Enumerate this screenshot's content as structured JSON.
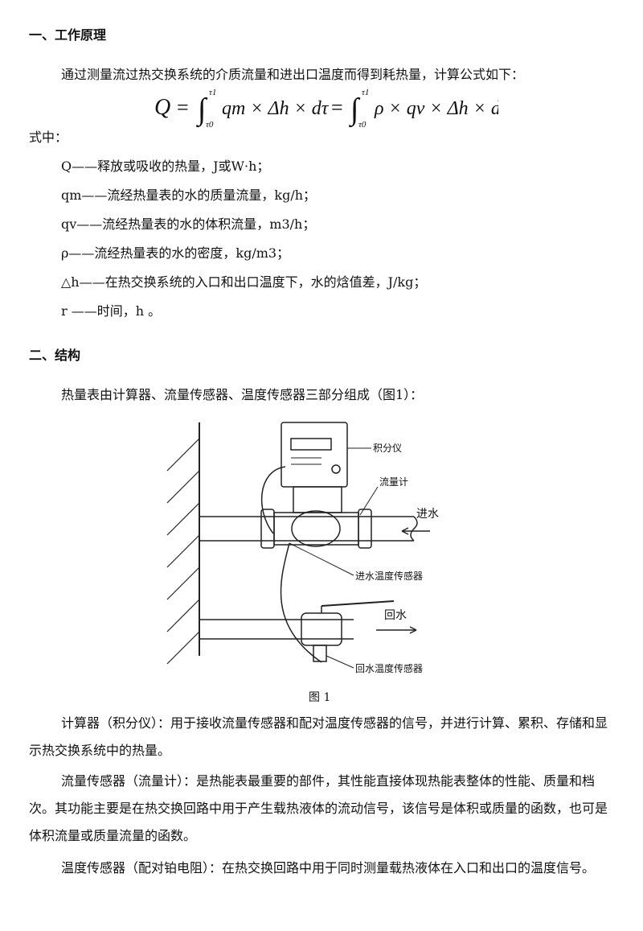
{
  "section1": {
    "heading": "一、工作原理",
    "intro": "通过测量流过热交换系统的介质流量和进出口温度而得到耗热量，计算公式如下：",
    "formula": {
      "lhs": "Q",
      "eq": "=",
      "upper": "τ1",
      "lower": "τ0",
      "term1": "qm × Δh × dτ",
      "term2": "ρ × qv × Δh × dτ"
    },
    "where": "式中：",
    "defs": [
      "Q——释放或吸收的热量，J或W·h；",
      "qm——流经热量表的水的质量流量，kg/h；",
      "qv——流经热量表的水的体积流量，m3/h；",
      "ρ——流经热量表的水的密度，kg/m3；",
      "△h——在热交换系统的入口和出口温度下，水的焓值差，J/kg；",
      "r ——时间，h 。"
    ]
  },
  "section2": {
    "heading": "二、结构",
    "intro": "热量表由计算器、流量传感器、温度传感器三部分组成（图1）：",
    "figure": {
      "caption": "图 1",
      "labels": {
        "integrator": "积分仪",
        "flowmeter": "流量计",
        "inlet": "进水",
        "inlet_sensor": "进水温度传感器",
        "return": "回水",
        "return_sensor": "回水温度传感器"
      }
    },
    "paras": [
      "计算器（积分仪）：用于接收流量传感器和配对温度传感器的信号，并进行计算、累积、存储和显示热交换系统中的热量。",
      "流量传感器（流量计）：是热能表最重要的部件，其性能直接体现热能表整体的性能、质量和档次。其功能主要是在热交换回路中用于产生载热液体的流动信号，该信号是体积或质量的函数，也可是体积流量或质量流量的函数。",
      "温度传感器（配对铂电阻）：在热交换回路中用于同时测量载热液体在入口和出口的温度信号。"
    ]
  }
}
